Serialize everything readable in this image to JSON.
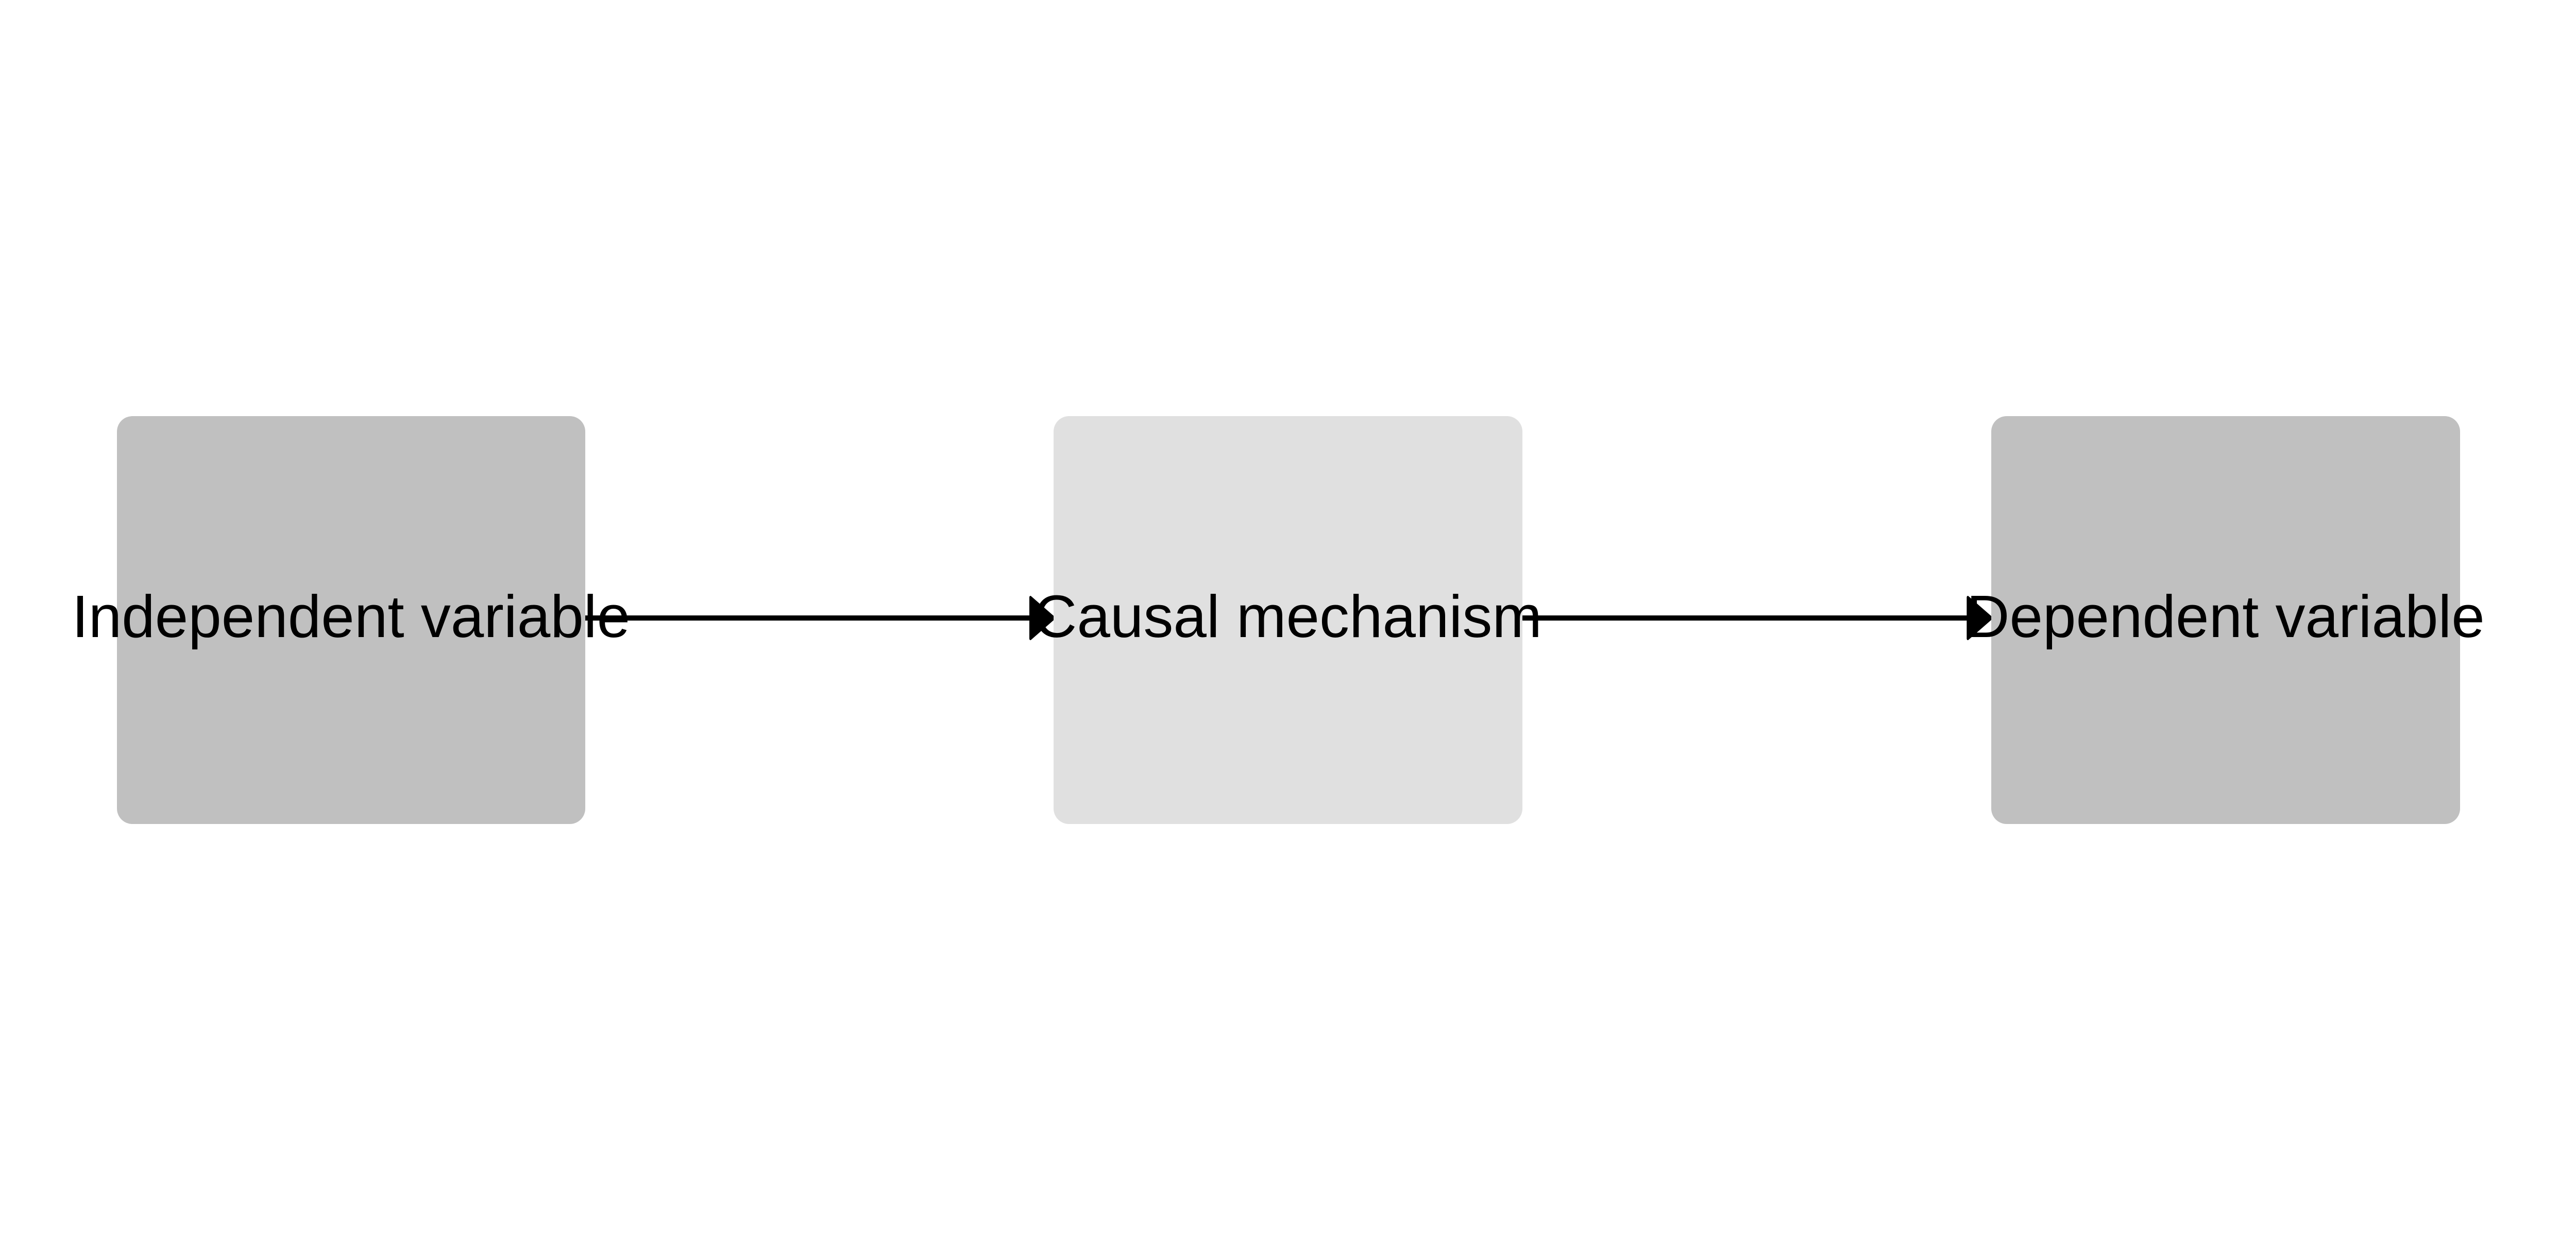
{
  "nodes": [
    {
      "label": "Independent variable",
      "color": "#c0c0c0"
    },
    {
      "label": "Causal mechanism",
      "color": "#e0e0e0"
    },
    {
      "label": "Dependent variable",
      "color": "#c0c0c0"
    }
  ],
  "edges": [
    {
      "from": "Independent variable",
      "to": "Causal mechanism"
    },
    {
      "from": "Causal mechanism",
      "to": "Dependent variable"
    }
  ],
  "arrow_color": "#000000"
}
